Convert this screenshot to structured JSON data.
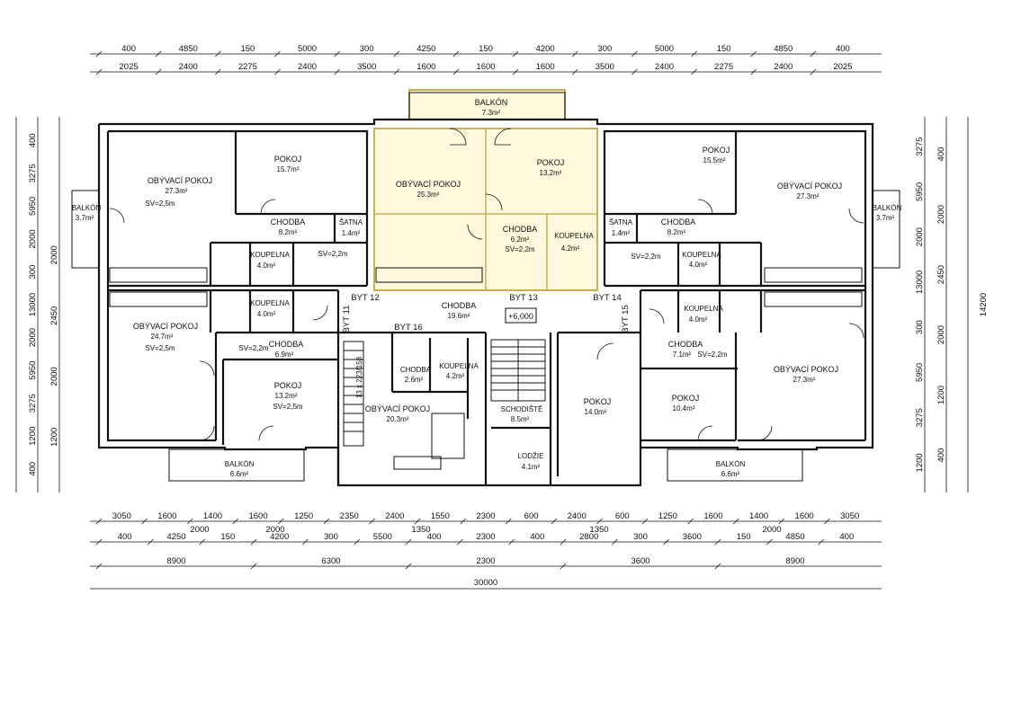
{
  "plan": {
    "top_dims_row1": [
      "400",
      "4850",
      "150",
      "5000",
      "300",
      "4250",
      "150",
      "4200",
      "300",
      "5000",
      "150",
      "4850",
      "400"
    ],
    "top_dims_row2": [
      "2025",
      "2400",
      "2275",
      "2400",
      "3500",
      "1600",
      "1600",
      "1600",
      "3500",
      "2400",
      "2275",
      "2400",
      "2025"
    ],
    "bottom_dims_row1a": [
      "3050",
      "1600",
      "1400",
      "1600",
      "1250",
      "2350",
      "2400",
      "1550",
      "2300",
      "600",
      "2400",
      "600",
      "1250",
      "1600",
      "1400",
      "1600",
      "3050"
    ],
    "bottom_dims_row1b": [
      "2000",
      "2000",
      "1350",
      "1350",
      "2000"
    ],
    "bottom_dims_row2": [
      "400",
      "4250",
      "150",
      "4200",
      "300",
      "5500",
      "400",
      "2300",
      "400",
      "2800",
      "300",
      "3600",
      "150",
      "4850",
      "400"
    ],
    "bottom_dims_row3": [
      "8900",
      "6300",
      "2300",
      "3600",
      "8900"
    ],
    "bottom_dims_total": "30000",
    "left_dims_outer": [
      "400",
      "3275",
      "5950",
      "2000",
      "300",
      "13000",
      "2000",
      "5950",
      "3275",
      "1200",
      "400"
    ],
    "left_dims_inner": [
      "2000",
      "2450",
      "2000",
      "1200"
    ],
    "right_dims_outer": [
      "3275",
      "5950",
      "2000",
      "13000",
      "300",
      "5950",
      "3275",
      "1200"
    ],
    "right_dims_inner": [
      "400",
      "2000",
      "2450",
      "2000",
      "1200",
      "400"
    ],
    "right_total": "14200",
    "level": "+6,000",
    "flats": [
      "BYT 11",
      "BYT 12",
      "BYT 13",
      "BYT 14",
      "BYT 15",
      "BYT 16"
    ],
    "stairs_note": "13 x 223/158",
    "rooms": {
      "balkon_top": "BALKÓN",
      "balkon_top_area": "7.3m²",
      "obyv13": "OBÝVACÍ POKOJ",
      "obyv13_area": "25.3m²",
      "pokoj13": "POKOJ",
      "pokoj13_area": "13.2m²",
      "chodba13": "CHODBA",
      "chodba13_area": "6.2m²",
      "chodba13_sv": "SV=2,2m",
      "koup13": "KOUPELNA",
      "koup13_area": "4.2m²",
      "pokoj12": "POKOJ",
      "pokoj12_area": "15.7m²",
      "obyv12": "OBÝVACÍ POKOJ",
      "obyv12_area": "27.3m²",
      "obyv12_sv": "SV=2,5m",
      "balkon_l": "BALKÓN",
      "balkon_l_area": "3.7m²",
      "chodba12": "CHODBA",
      "chodba12_area": "8.2m²",
      "satna12": "ŠATNA",
      "satna12_area": "1.4m²",
      "sv12": "SV=2,2m",
      "koup12": "KOUPELNA",
      "koup12_area": "4.0m²",
      "koup11": "KOUPELNA",
      "koup11_area": "4.0m²",
      "obyv11": "OBÝVACÍ POKOJ",
      "obyv11_area": "24.7m²",
      "obyv11_sv": "SV=2,5m",
      "chodba11": "CHODBA",
      "chodba11_area": "6.9m²",
      "chodba11_sv": "SV=2,2m",
      "pokoj11": "POKOJ",
      "pokoj11_area": "13.2m²",
      "pokoj11_sv": "SV=2,5m",
      "balkon_bl": "BALKÓN",
      "balkon_bl_area": "6.6m²",
      "chodba_c": "CHODBA",
      "chodba_c_area": "19.6m²",
      "chodba16": "CHODBA",
      "chodba16_area": "2.6m²",
      "koup16": "KOUPELNA",
      "koup16_area": "4.2m²",
      "obyv16": "OBÝVACÍ POKOJ",
      "obyv16_area": "20.3m²",
      "schod": "SCHODIŠTĚ",
      "schod_area": "8.5m²",
      "lodzie": "LODŽIE",
      "lodzie_area": "4.1m²",
      "pokoj15a": "POKOJ",
      "pokoj15a_area": "14.0m²",
      "pokoj15b": "POKOJ",
      "pokoj15b_area": "10.4m²",
      "chodba15": "CHODBA",
      "chodba15_area": "7.1m²",
      "chodba15_sv": "SV=2,2m",
      "obyv15": "OBÝVACÍ POKOJ",
      "obyv15_area": "27.3m²",
      "koup15": "KOUPELNA",
      "koup15_area": "4.0m²",
      "balkon_br": "BALKÓN",
      "balkon_br_area": "6.6m²",
      "pokoj14": "POKOJ",
      "pokoj14_area": "15.5m²",
      "obyv14": "OBÝVACÍ POKOJ",
      "obyv14_area": "27.3m²",
      "balkon_r": "BALKÓN",
      "balkon_r_area": "3.7m²",
      "satna14": "ŠATNA",
      "satna14_area": "1.4m²",
      "chodba14": "CHODBA",
      "chodba14_area": "8.2m²",
      "koup14": "KOUPELNA",
      "koup14_area": "4.0m²",
      "sv14": "SV=2,2m"
    }
  }
}
